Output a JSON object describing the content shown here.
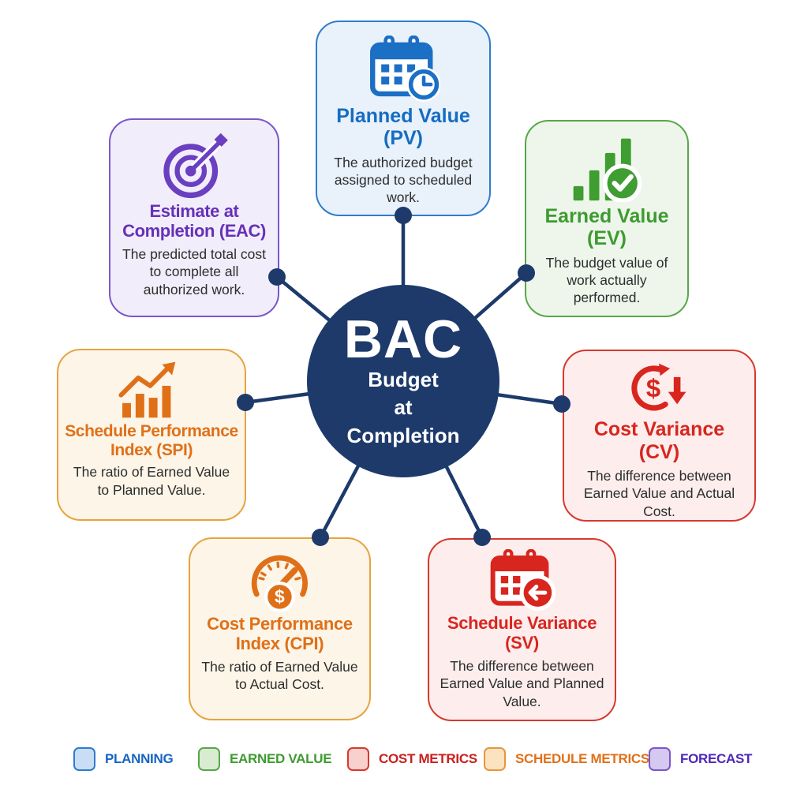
{
  "center": {
    "abbr": "BAC",
    "sub_lines": [
      "Budget",
      "at",
      "Completion"
    ],
    "color": "#1d3a6b"
  },
  "nodes": [
    {
      "id": "pv",
      "title_line1": "Planned Value",
      "title_line2": "(PV)",
      "description": "The authorized budget assigned to scheduled work.",
      "icon": "calendar-clock-icon",
      "accent_color": "#156dc2",
      "border_color": "#2f7ccb",
      "background_color": "#e9f1fb",
      "category": "PLANNING"
    },
    {
      "id": "ev",
      "title_line1": "Earned Value",
      "title_line2": "(EV)",
      "description": "The budget value of work actually performed.",
      "icon": "bar-chart-check-icon",
      "accent_color": "#3d9b2f",
      "border_color": "#58a64a",
      "background_color": "#eef6ec",
      "category": "EARNED VALUE"
    },
    {
      "id": "cv",
      "title_line1": "Cost Variance",
      "title_line2": "(CV)",
      "description": "The difference between Earned Value and Actual Cost.",
      "icon": "dollar-refresh-down-icon",
      "accent_color": "#d8261e",
      "border_color": "#d8382e",
      "background_color": "#fdeded",
      "category": "COST METRICS"
    },
    {
      "id": "sv",
      "title_line1": "Schedule Variance",
      "title_line2": "(SV)",
      "description": "The difference between Earned Value and Planned Value.",
      "icon": "calendar-back-arrow-icon",
      "accent_color": "#d8261e",
      "border_color": "#d8382e",
      "background_color": "#fdeded",
      "category": "COST METRICS"
    },
    {
      "id": "cpi",
      "title_line1": "Cost Performance",
      "title_line2": "Index (CPI)",
      "description": "The ratio of Earned Value to Actual Cost.",
      "icon": "gauge-dollar-icon",
      "accent_color": "#e07018",
      "border_color": "#e8a33d",
      "background_color": "#fcf5e8",
      "category": "SCHEDULE METRICS"
    },
    {
      "id": "spi",
      "title_line1": "Schedule Performance",
      "title_line2": "Index (SPI)",
      "description": "The ratio of Earned Value to Planned Value.",
      "icon": "bar-chart-trend-icon",
      "accent_color": "#e07018",
      "border_color": "#e8a33d",
      "background_color": "#fcf5e8",
      "category": "SCHEDULE METRICS"
    },
    {
      "id": "eac",
      "title_line1": "Estimate at",
      "title_line2": "Completion (EAC)",
      "description": "The predicted total cost to complete all authorized work.",
      "icon": "target-dart-icon",
      "accent_color": "#6531b8",
      "border_color": "#7a57c9",
      "background_color": "#f2edfa",
      "category": "FORECAST"
    }
  ],
  "legend": [
    {
      "label": "PLANNING",
      "text_color": "#1565c4",
      "swatch_fill": "#c9def5",
      "swatch_border": "#2f7ccb"
    },
    {
      "label": "EARNED VALUE",
      "text_color": "#3d9b2f",
      "swatch_fill": "#d9ecd1",
      "swatch_border": "#58a64a"
    },
    {
      "label": "COST METRICS",
      "text_color": "#c9201d",
      "swatch_fill": "#f8d0cd",
      "swatch_border": "#d8382e"
    },
    {
      "label": "SCHEDULE METRICS",
      "text_color": "#e07018",
      "swatch_fill": "#fbe3c2",
      "swatch_border": "#e8963a"
    },
    {
      "label": "FORECAST",
      "text_color": "#4f28b8",
      "swatch_fill": "#d5c8f1",
      "swatch_border": "#7a57c9"
    }
  ]
}
